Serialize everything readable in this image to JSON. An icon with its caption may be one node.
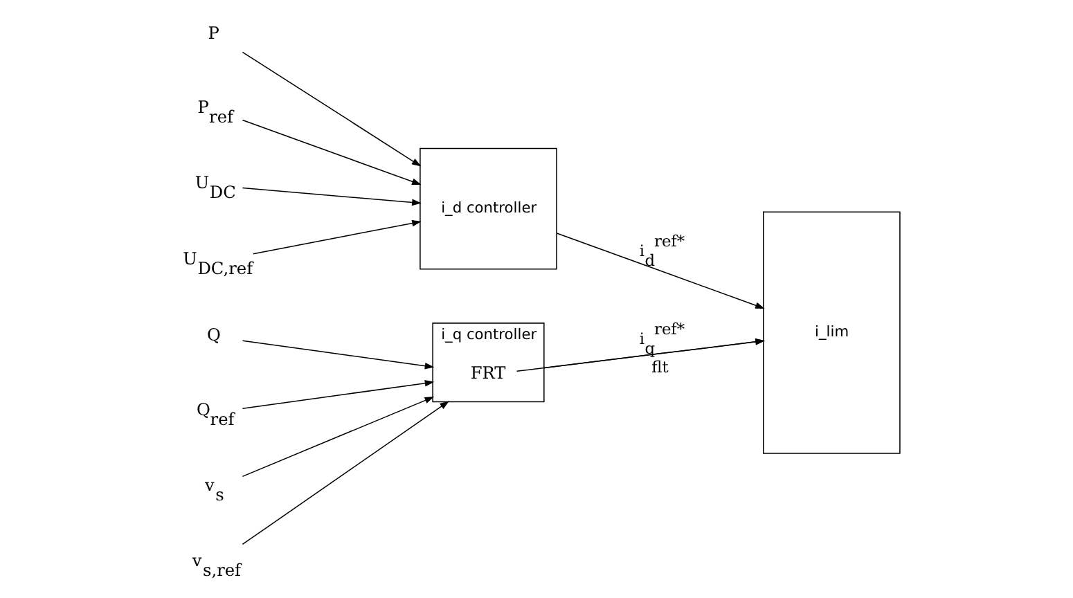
{
  "diagram": {
    "nodes": [
      {
        "text": [
          "P"
        ]
      },
      {
        "text": [
          "P$_{ref}$"
        ]
      },
      {
        "text": [
          "U$_{DC}$"
        ]
      },
      {
        "text": [
          "U$_{DC,ref}$"
        ]
      },
      {
        "text": [
          "Q"
        ]
      },
      {
        "text": [
          "Q$_{ref}$"
        ]
      },
      {
        "text": [
          "v$_{s}$"
        ]
      },
      {
        "text": [
          "v$_{s,ref}$"
        ]
      },
      {
        "text": [
          "i_d controller"
        ]
      },
      {
        "text": [
          "i_q controller"
        ]
      },
      {
        "text": [
          "FRT"
        ],
        "in": 9
      },
      {
        "text": [
          "i_lim"
        ]
      }
    ],
    "edges": [
      {
        "from": 0,
        "to": 8,
        "arrow": "to"
      },
      {
        "from": 1,
        "to": 8,
        "arrow": "to"
      },
      {
        "from": 2,
        "to": 8,
        "arrow": "to"
      },
      {
        "from": 3,
        "to": 8,
        "arrow": "to"
      },
      {
        "from": 4,
        "to": 9,
        "arrow": "to"
      },
      {
        "from": 5,
        "to": 9,
        "arrow": "to"
      },
      {
        "from": 6,
        "to": 9,
        "arrow": "to"
      },
      {
        "from": 7,
        "to": 9,
        "arrow": "to"
      },
      {
        "from": 8,
        "to": 11,
        "arrow": "to",
        "label": "i$_{d}$$^{ref*}$"
      },
      {
        "from": 9,
        "to": 11,
        "arrow": "to",
        "label": "i$_{q}$$^{ref*}$"
      },
      {
        "from": 10,
        "to": 11,
        "arrow": "to",
        "label": "flt"
      }
    ]
  }
}
